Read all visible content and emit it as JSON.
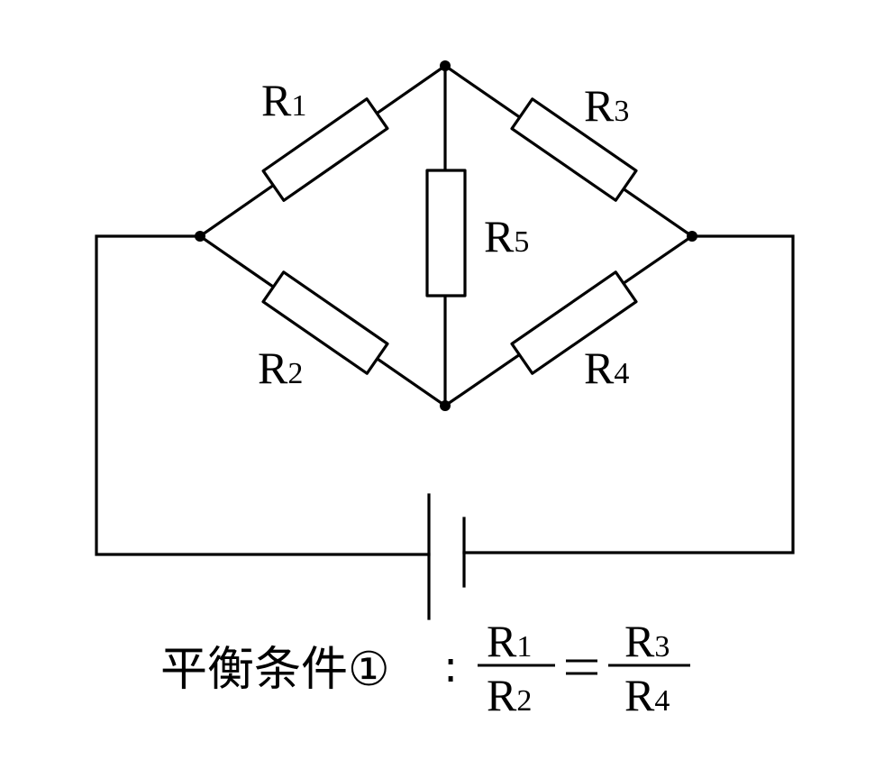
{
  "diagram": {
    "type": "Wheatstone bridge circuit",
    "resistors": [
      {
        "id": "R1",
        "label_main": "R",
        "label_sub": "1",
        "branch": "left-node to top-node"
      },
      {
        "id": "R2",
        "label_main": "R",
        "label_sub": "2",
        "branch": "left-node to bottom-node"
      },
      {
        "id": "R3",
        "label_main": "R",
        "label_sub": "3",
        "branch": "top-node to right-node"
      },
      {
        "id": "R4",
        "label_main": "R",
        "label_sub": "4",
        "branch": "bottom-node to right-node"
      },
      {
        "id": "R5",
        "label_main": "R",
        "label_sub": "5",
        "branch": "top-node to bottom-node"
      }
    ],
    "source": "battery",
    "nodes": [
      "left",
      "top",
      "right",
      "bottom"
    ]
  },
  "caption": {
    "prefix": "平衡条件①",
    "colon": ":",
    "lhs": {
      "num_main": "R",
      "num_sub": "1",
      "den_main": "R",
      "den_sub": "2"
    },
    "rhs": {
      "num_main": "R",
      "num_sub": "3",
      "den_main": "R",
      "den_sub": "4"
    }
  }
}
